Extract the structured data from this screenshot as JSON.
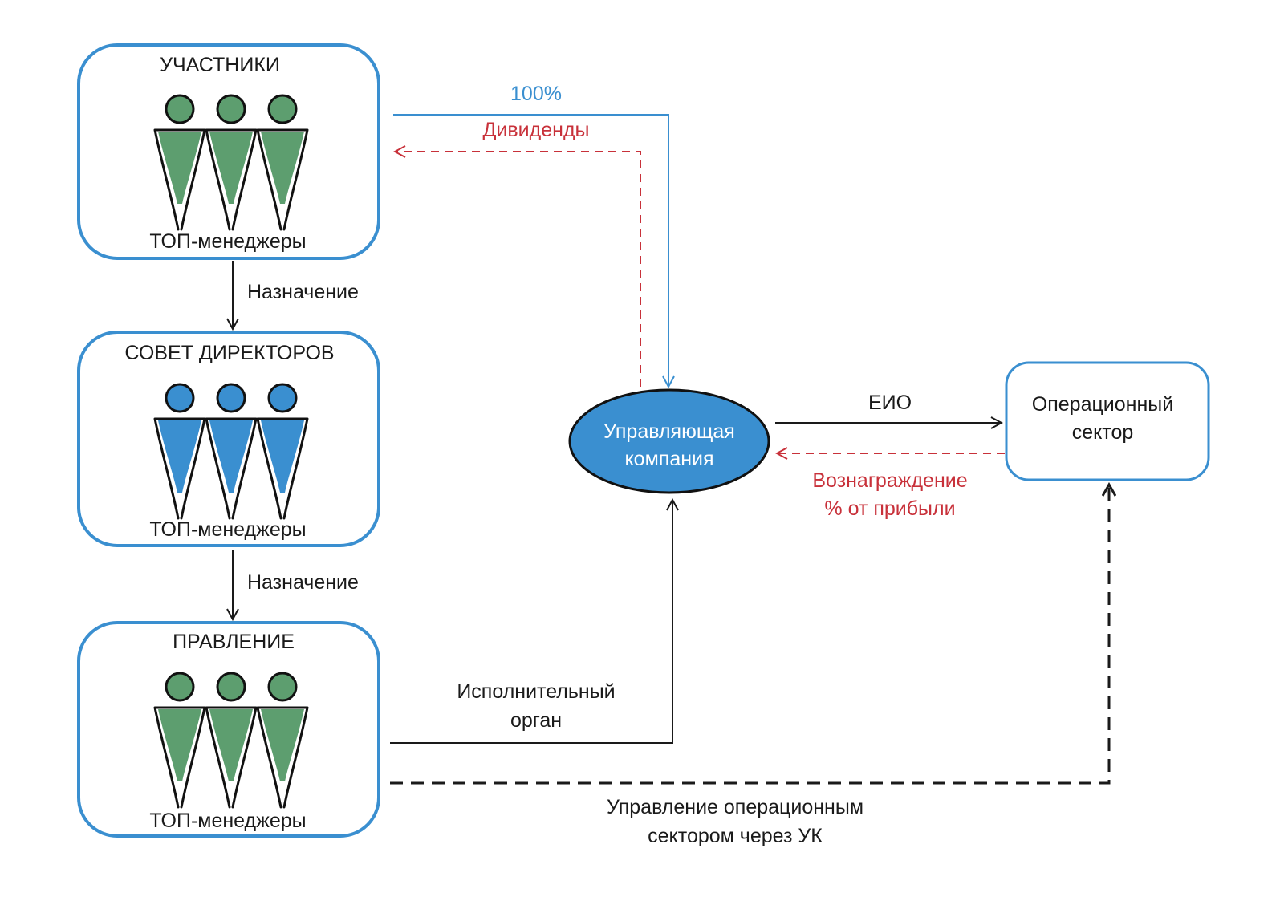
{
  "groups": {
    "participants": {
      "title": "УЧАСТНИКИ",
      "caption": "ТОП-менеджеры",
      "figure_color": "#5d9e6f"
    },
    "board": {
      "title": "СОВЕТ ДИРЕКТОРОВ",
      "caption": "ТОП-менеджеры",
      "figure_color": "#3a8fd0"
    },
    "management": {
      "title": "ПРАВЛЕНИЕ",
      "caption": "ТОП-менеджеры",
      "figure_color": "#5d9e6f"
    }
  },
  "nodes": {
    "managing_company": {
      "line1": "Управляющая",
      "line2": "компания",
      "fill": "#3a8fd0"
    },
    "operational_sector": {
      "line1": "Операционный",
      "line2": "сектор"
    }
  },
  "edges": {
    "appointment_1": "Назначение",
    "appointment_2": "Назначение",
    "ownership": "100%",
    "dividends": "Дивиденды",
    "eio": "ЕИО",
    "reward_line1": "Вознаграждение",
    "reward_line2": "% от прибыли",
    "executive_line1": "Исполнительный",
    "executive_line2": "орган",
    "control_line1": "Управление операционным",
    "control_line2": "сектором через УК"
  },
  "colors": {
    "box_border": "#3a8fd0",
    "ownership_line": "#3a8fd0",
    "dividends_line": "#c8313a",
    "dark_line": "#1a1a1a"
  }
}
